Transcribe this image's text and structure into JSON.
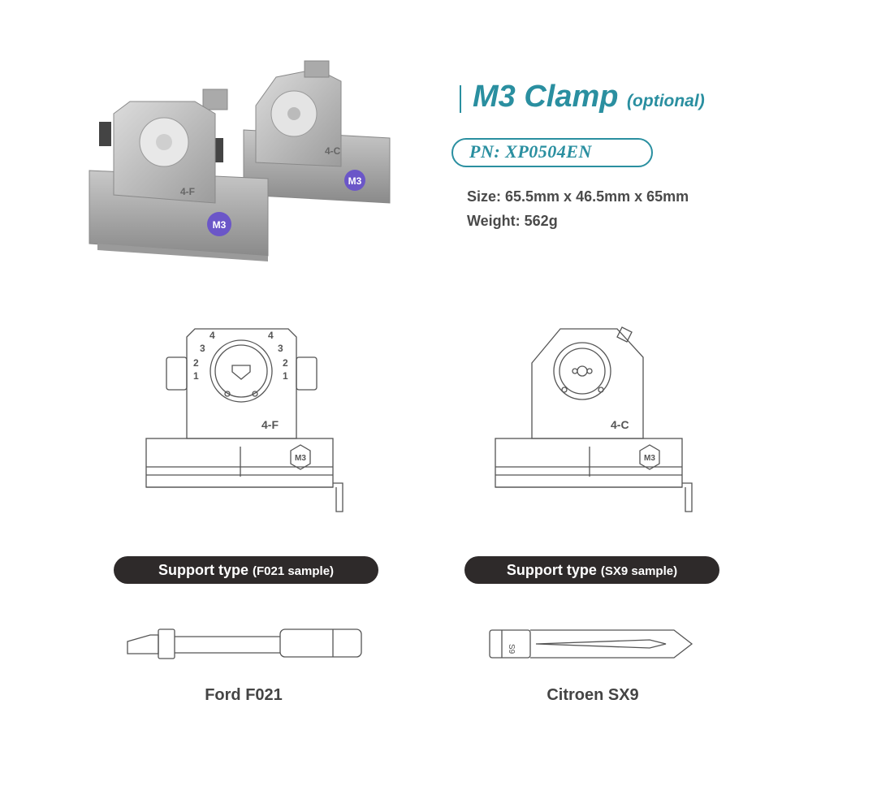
{
  "product": {
    "title": "M3 Clamp",
    "title_suffix": "(optional)",
    "pn": "PN: XP0504EN",
    "size": "Size: 65.5mm x 46.5mm x 65mm",
    "weight": "Weight: 562g"
  },
  "clamps": {
    "f": {
      "code": "4-F",
      "badge": "M3",
      "scale": [
        "4",
        "3",
        "2",
        "1",
        "4",
        "3",
        "2",
        "1"
      ]
    },
    "c": {
      "code": "4-C",
      "badge": "M3"
    }
  },
  "supports": [
    {
      "label": "Support type",
      "sample": "(F021 sample)",
      "key_name": "Ford F021"
    },
    {
      "label": "Support type",
      "sample": "(SX9 sample)",
      "key_name": "Citroen SX9",
      "key_mark": "S9"
    }
  ],
  "colors": {
    "accent": "#2a8fa0",
    "pill": "#2e2a2a",
    "badge": "#6b56c8"
  }
}
